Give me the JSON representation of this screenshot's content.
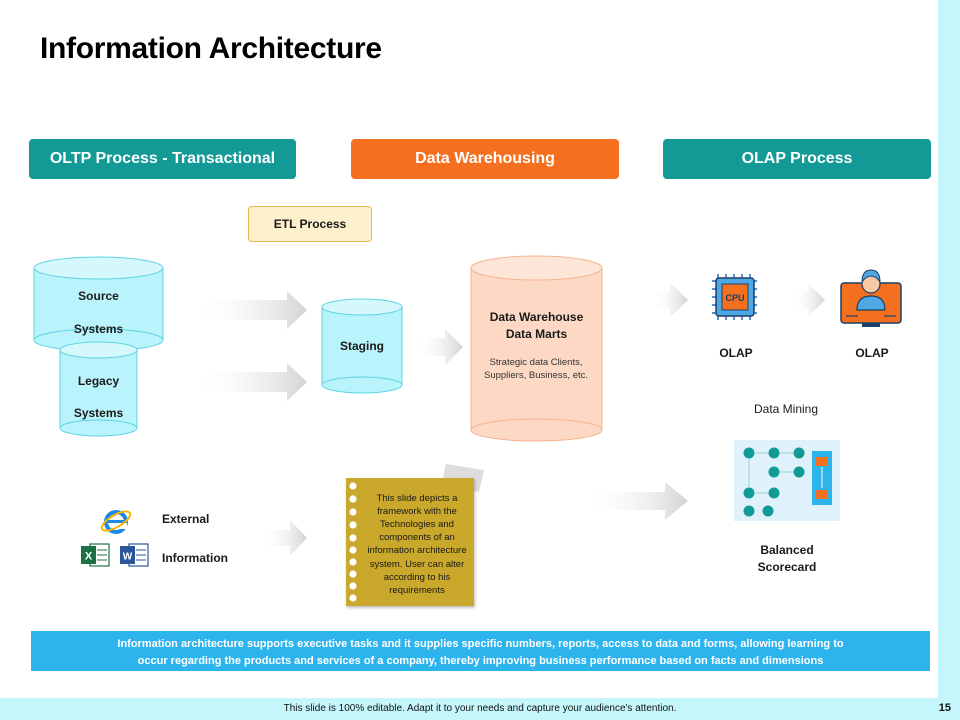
{
  "title": "Information Architecture",
  "headers": {
    "oltp": "OLTP Process - Transactional",
    "warehousing": "Data Warehousing",
    "olap": "OLAP Process"
  },
  "etl_label": "ETL Process",
  "sources": {
    "source_line1": "Source",
    "source_line2": "Systems",
    "legacy_line1": "Legacy",
    "legacy_line2": "Systems"
  },
  "staging_label": "Staging",
  "warehouse": {
    "title_line1": "Data Warehouse",
    "title_line2": "Data Marts",
    "note": "Strategic data Clients, Suppliers, Business, etc."
  },
  "olap": {
    "cpu_text": "CPU",
    "olap1_label": "OLAP",
    "olap2_label": "OLAP",
    "data_mining_label": "Data Mining",
    "balanced_line1": "Balanced",
    "balanced_line2": "Scorecard"
  },
  "external": {
    "line1": "External",
    "line2": "Information"
  },
  "note_card": {
    "text": "This slide depicts a framework with the Technologies and components of an information architecture system. User can alter according to his requirements"
  },
  "banner": {
    "line1": "Information architecture supports executive tasks and it supplies specific numbers, reports, access to data and forms, allowing learning to",
    "line2": "occur regarding the products and services of a company, thereby improving business performance based on facts and dimensions"
  },
  "footer": {
    "text": "This slide is 100% editable. Adapt it to your needs and capture your audience's attention.",
    "page_number": "15"
  },
  "colors": {
    "teal": "#139a97",
    "orange": "#f4701f",
    "cyan_cylinder": "#b9f3fb",
    "peach_cylinder": "#fdd9c5",
    "banner_blue": "#2eb4ec",
    "note_gold": "#c9a82b"
  },
  "icons": [
    "internet-explorer-icon",
    "excel-icon",
    "word-icon",
    "cpu-icon",
    "analyst-monitor-icon",
    "scorecard-diagram-icon"
  ]
}
